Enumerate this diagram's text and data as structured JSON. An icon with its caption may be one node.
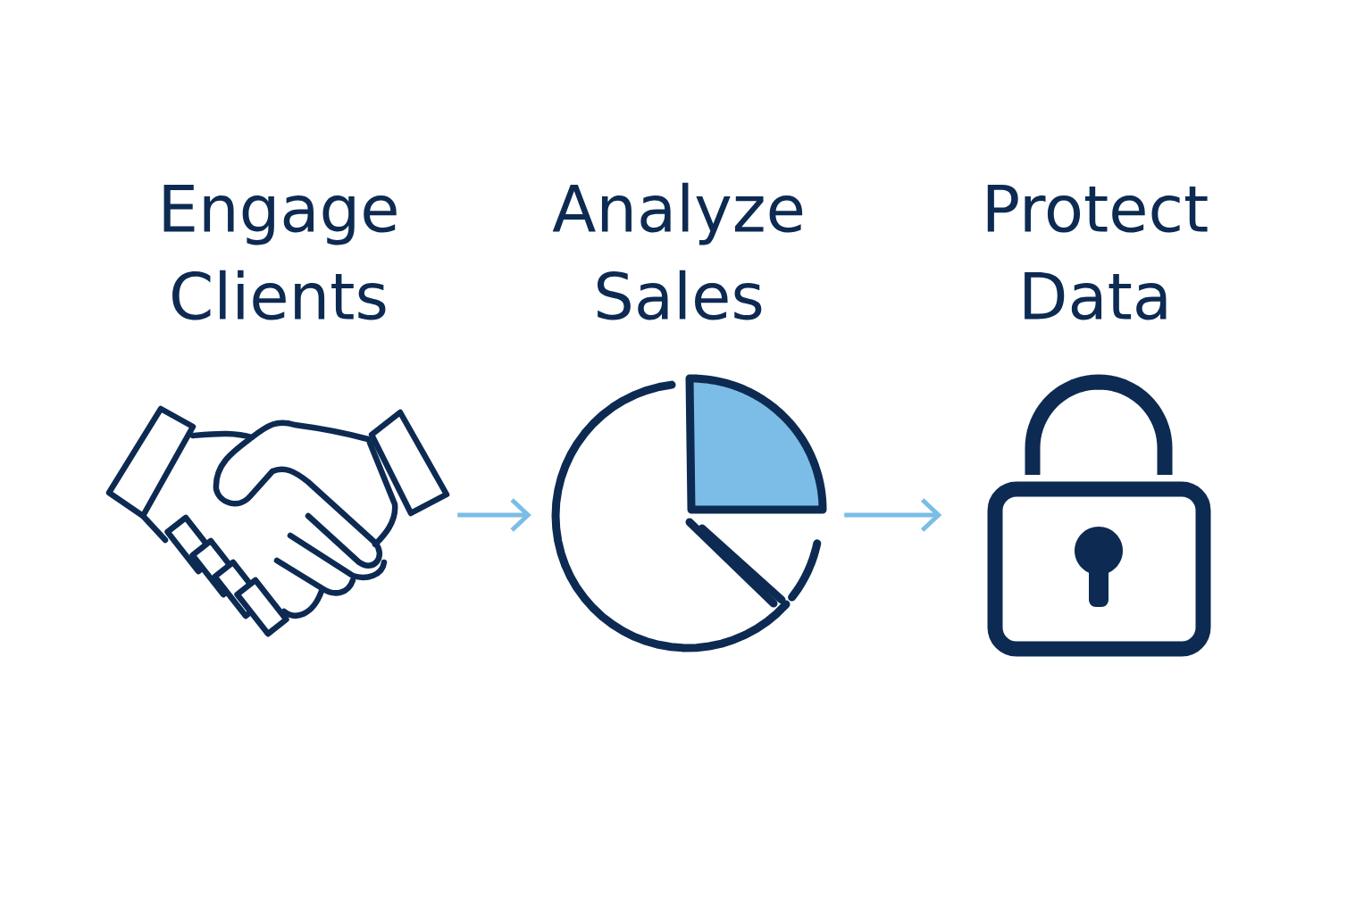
{
  "diagram": {
    "nodes": [
      {
        "text": [
          "Engage Clients"
        ]
      },
      {
        "text": [
          "Analyze Sales"
        ]
      },
      {
        "text": [
          "Protect Data"
        ]
      }
    ],
    "edges": [
      {
        "from": 0,
        "to": 1,
        "arrow": "to"
      },
      {
        "from": 1,
        "to": 2,
        "arrow": "to"
      }
    ]
  }
}
